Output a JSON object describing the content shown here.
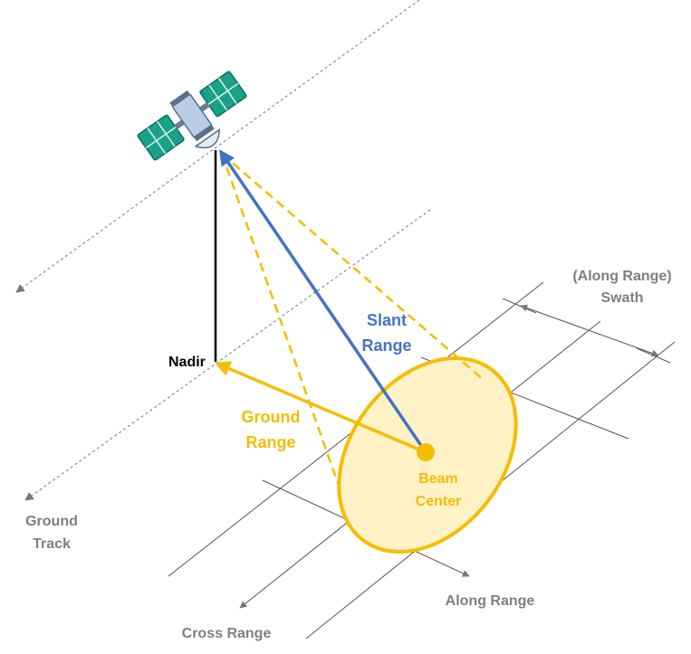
{
  "labels": {
    "nadir": "Nadir",
    "slant_range": [
      "Slant",
      "Range"
    ],
    "ground_range": [
      "Ground",
      "Range"
    ],
    "beam_center": [
      "Beam",
      "Center"
    ],
    "swath": [
      "(Along Range)",
      "Swath"
    ],
    "ground_track": [
      "Ground",
      "Track"
    ],
    "along_range": "Along Range",
    "cross_range": "Cross Range"
  },
  "colors": {
    "slant": "#4472c4",
    "ground": "#f5bd00",
    "beam_fill": "#fff2c6",
    "text_gray": "#7f7f7f",
    "line_gray": "#555555",
    "dotted": "#8c8c8c"
  },
  "icons": {
    "satellite": "satellite-icon"
  }
}
